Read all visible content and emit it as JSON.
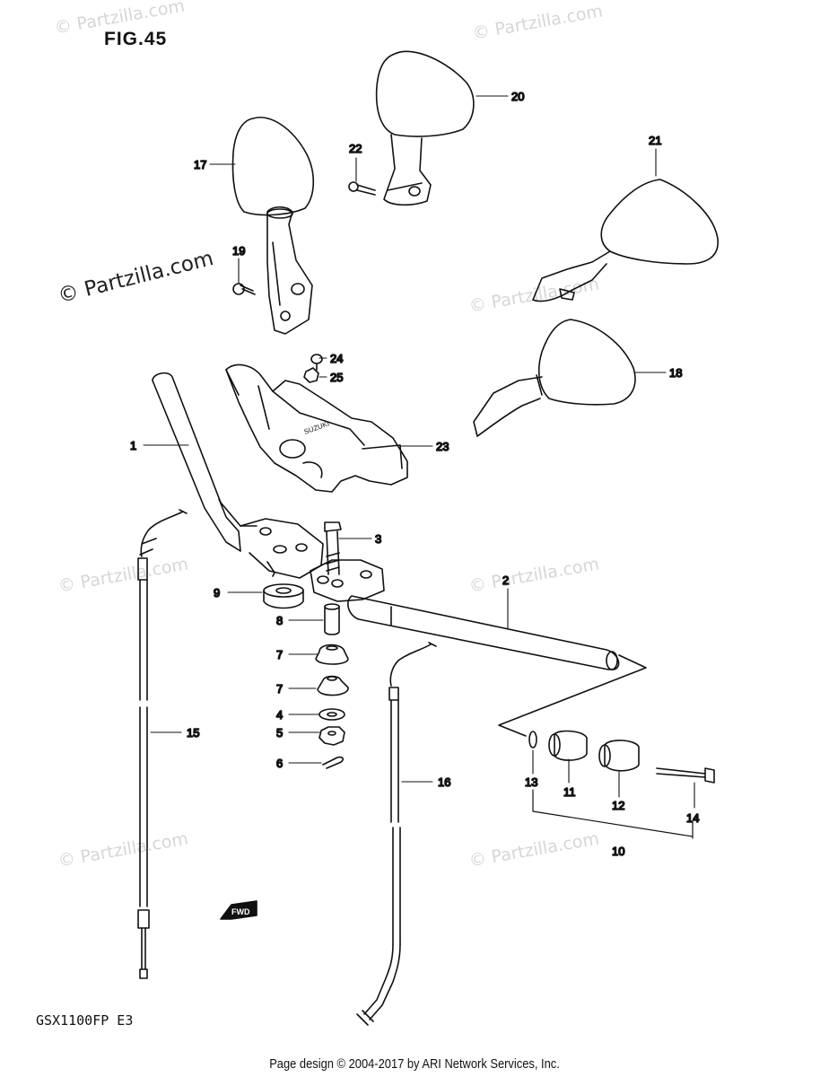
{
  "figure_title": "FIG.45",
  "model_code": "GSX1100FP E3",
  "footer_text": "Page design © 2004-2017 by ARI Network Services, Inc.",
  "watermark_text": "© Partzilla.com",
  "fwd_label": "FWD",
  "callouts": {
    "c1": "1",
    "c2": "2",
    "c3": "3",
    "c4": "4",
    "c5": "5",
    "c6": "6",
    "c7a": "7",
    "c7b": "7",
    "c8": "8",
    "c9": "9",
    "c10": "10",
    "c11": "11",
    "c12": "12",
    "c13": "13",
    "c14": "14",
    "c15": "15",
    "c16": "16",
    "c17": "17",
    "c18": "18",
    "c19": "19",
    "c20": "20",
    "c21": "21",
    "c22": "22",
    "c23": "23",
    "c24": "24",
    "c25": "25"
  }
}
